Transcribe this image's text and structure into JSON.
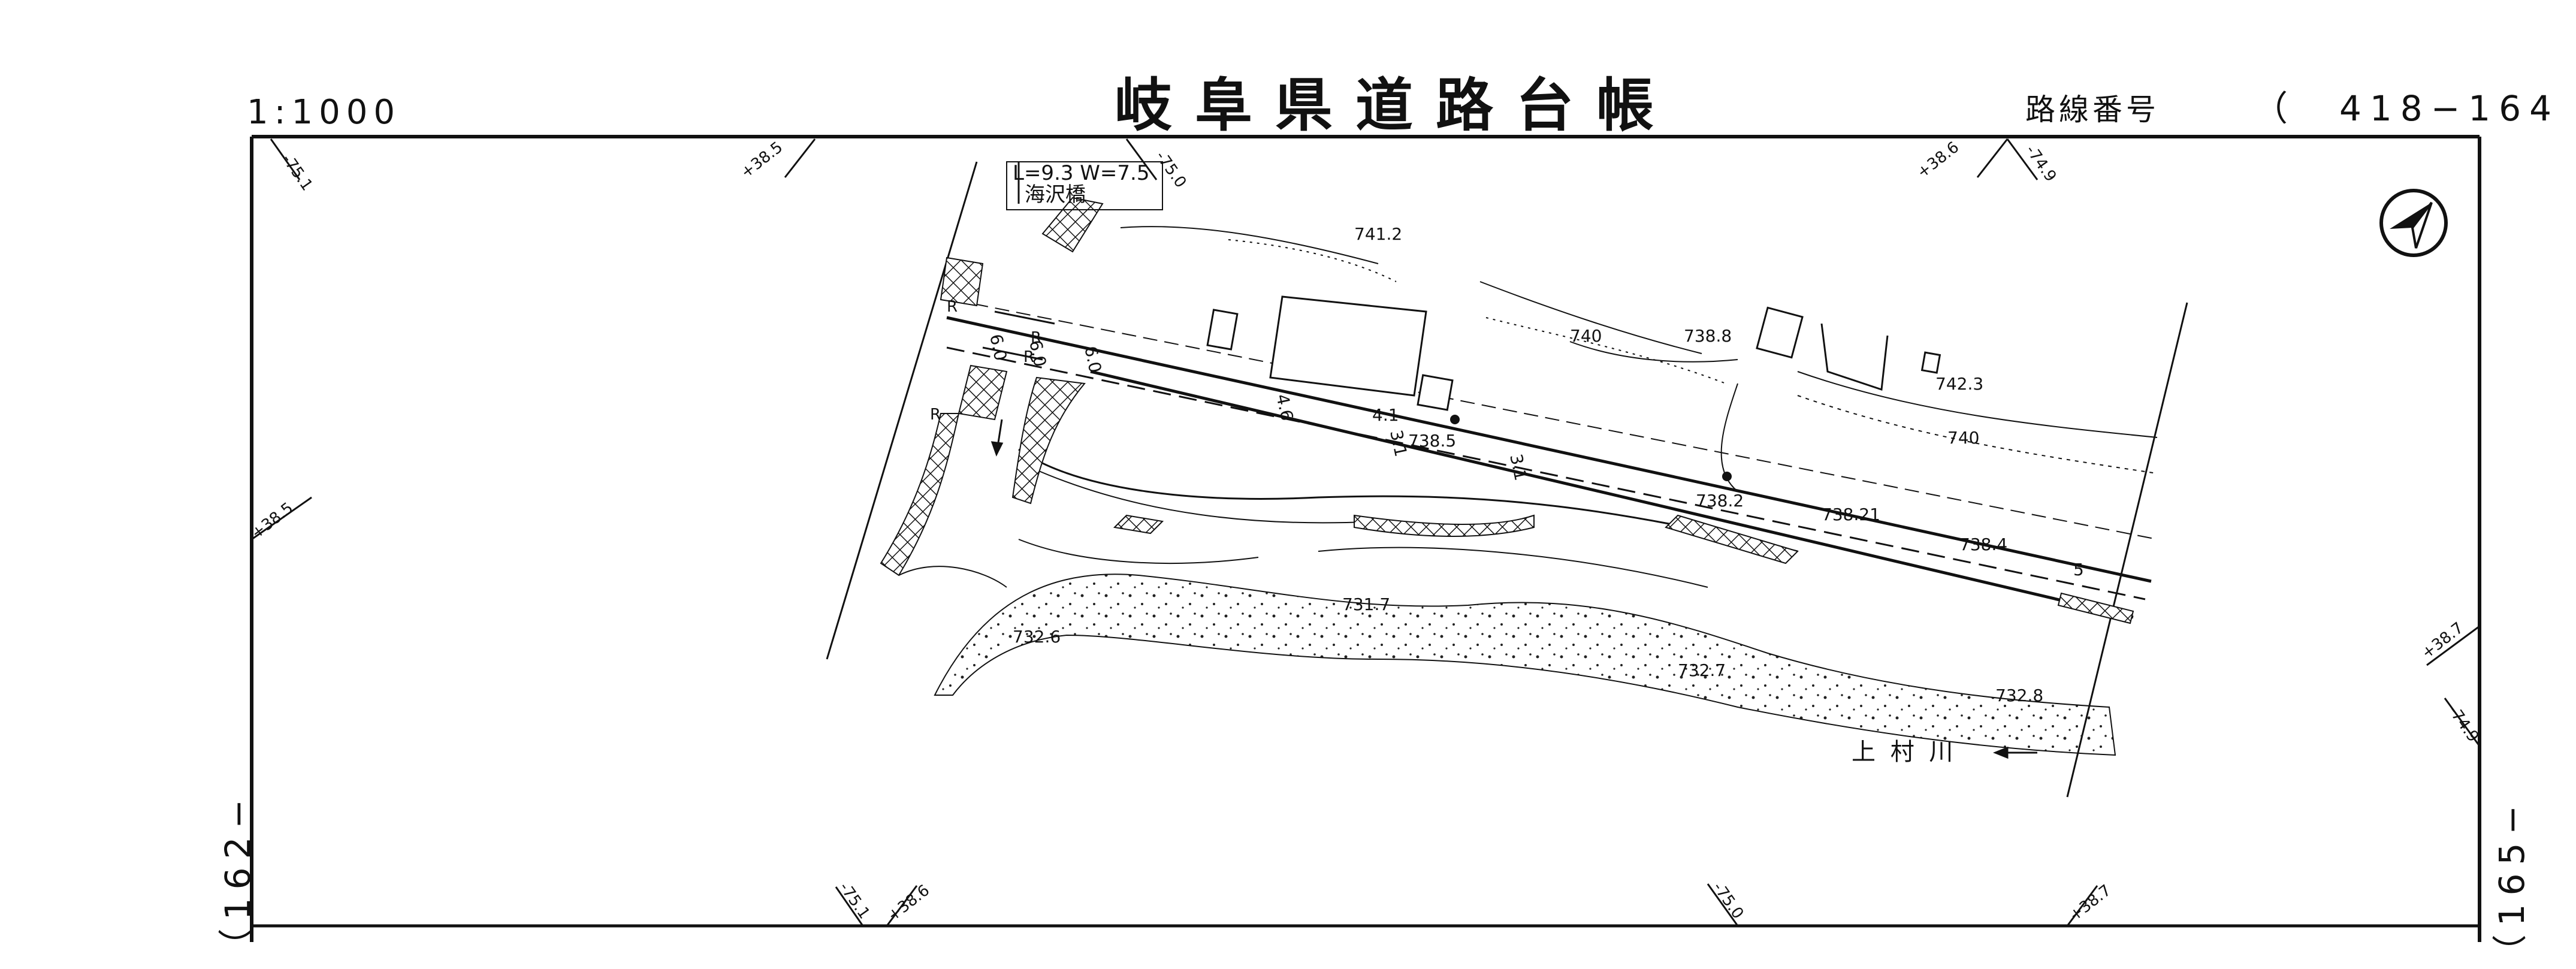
{
  "header": {
    "title": "岐阜県道路台帳",
    "scale": "1:1000",
    "route_label": "路線番号",
    "route_number": "（　418−164　）"
  },
  "sheet_refs": {
    "left": "（162−",
    "right": "（165−"
  },
  "bridge": {
    "dims": "L=9.3 W=7.5",
    "name": "海沢橋"
  },
  "river": {
    "name": "上 村 川"
  },
  "grid_marks": {
    "top": [
      "-75.1",
      "+38.5",
      "-75.0",
      "+38.6",
      "-74.9"
    ],
    "left": [
      "+38.5"
    ],
    "right": [
      "+38.7",
      "-74.9"
    ],
    "bottom": [
      "-75.1",
      "+38.6",
      "-75.0",
      "+38.7"
    ]
  },
  "elevations": [
    "741.2",
    "740",
    "738.8",
    "742.3",
    "740",
    "738.5",
    "738.2",
    "738.21",
    "738.4",
    "731.7",
    "732.6",
    "732.7",
    "732.8"
  ],
  "road_widths": [
    "6.0",
    "6.0",
    "6.0",
    "4.6",
    "4.1",
    "3.1",
    "3.1",
    "5"
  ],
  "curve_marks": [
    "R",
    "R",
    "R",
    "R"
  ],
  "north_arrow": "north-arrow-icon"
}
